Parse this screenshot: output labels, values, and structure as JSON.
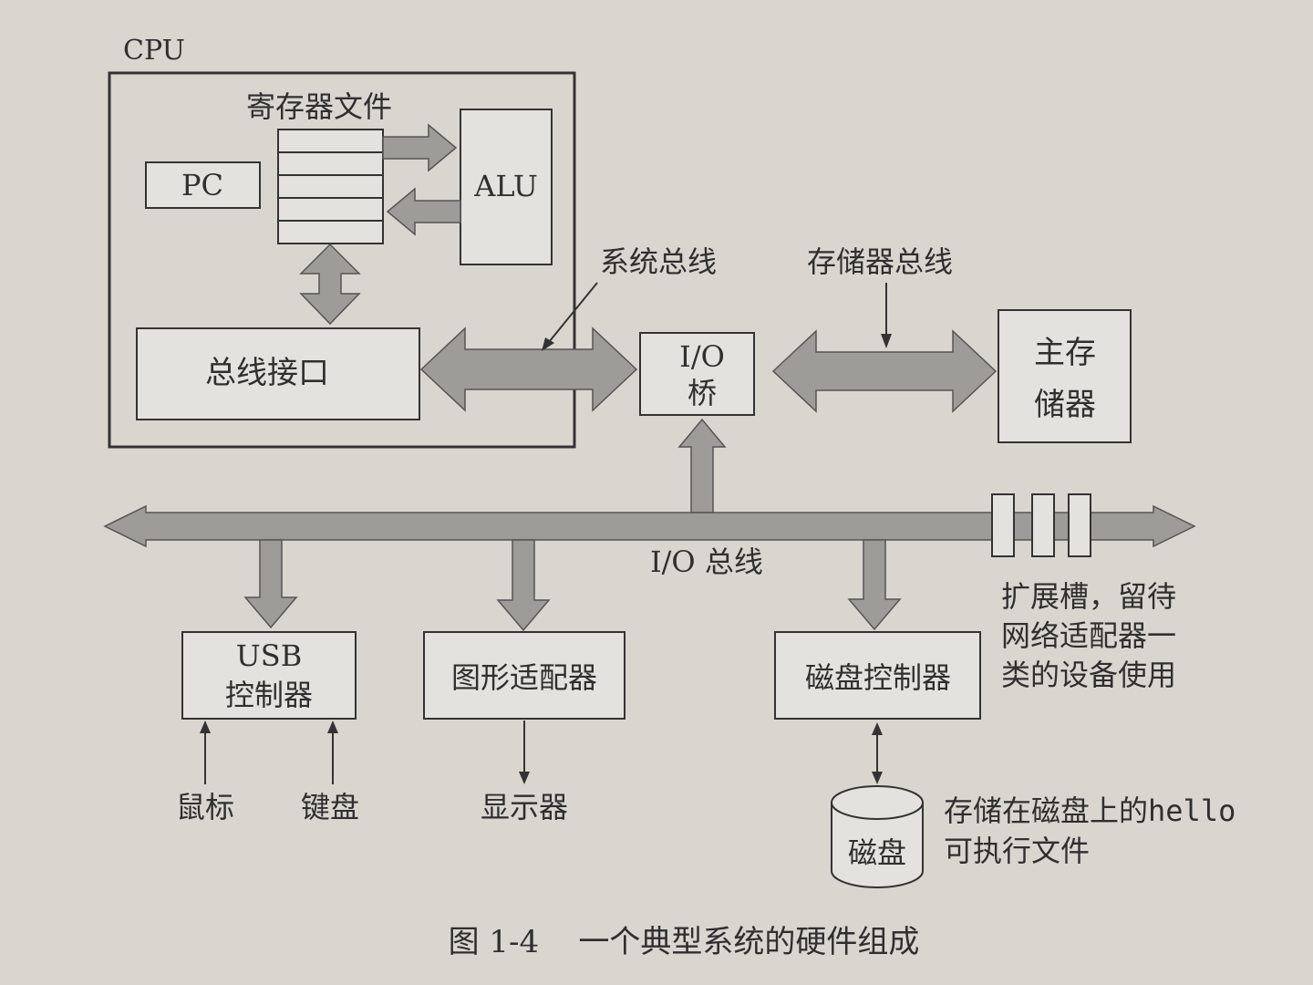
{
  "diagram": {
    "cpu_label": "CPU",
    "register_file_label": "寄存器文件",
    "pc_label": "PC",
    "alu_label": "ALU",
    "bus_interface_label": "总线接口",
    "system_bus_label": "系统总线",
    "memory_bus_label": "存储器总线",
    "io_bridge_line1": "I/O",
    "io_bridge_line2": "桥",
    "main_memory_line1": "主存",
    "main_memory_line2": "储器",
    "io_bus_label": "I/O 总线",
    "expansion_note": [
      "扩展槽，留待",
      "网络适配器一",
      "类的设备使用"
    ],
    "usb_line1": "USB",
    "usb_line2": "控制器",
    "graphics_adapter_label": "图形适配器",
    "disk_controller_label": "磁盘控制器",
    "mouse_label": "鼠标",
    "keyboard_label": "键盘",
    "display_label": "显示器",
    "disk_label": "磁盘",
    "hello_note_prefix": "存储在磁盘上的",
    "hello_note_word": "hello",
    "hello_note_line2": "可执行文件",
    "caption": "图 1-4    一个典型系统的硬件组成"
  },
  "colors": {
    "background": "#d9d6d0",
    "box_fill": "#e4e2de",
    "bus_fill": "#9e9c98",
    "stroke": "#333333"
  }
}
